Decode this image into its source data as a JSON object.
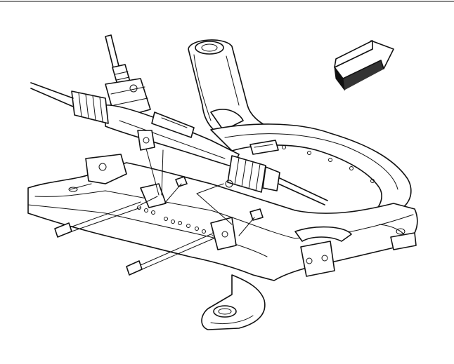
{
  "figure": {
    "background": "#ffffff",
    "ink": "#111111",
    "components": [
      {
        "name": "top-rule"
      },
      {
        "name": "direction-arrow-icon"
      },
      {
        "name": "steering-shaft"
      },
      {
        "name": "steering-gear-housing"
      },
      {
        "name": "tie-rod-left"
      },
      {
        "name": "tie-rod-right"
      },
      {
        "name": "boot-left"
      },
      {
        "name": "boot-right"
      },
      {
        "name": "frame-crossmember"
      },
      {
        "name": "frame-rail-right"
      },
      {
        "name": "mount-tower"
      },
      {
        "name": "mount-pad-bottom"
      },
      {
        "name": "bolt-left"
      },
      {
        "name": "bolt-bottom"
      },
      {
        "name": "nut-center"
      },
      {
        "name": "nut-right"
      }
    ]
  }
}
